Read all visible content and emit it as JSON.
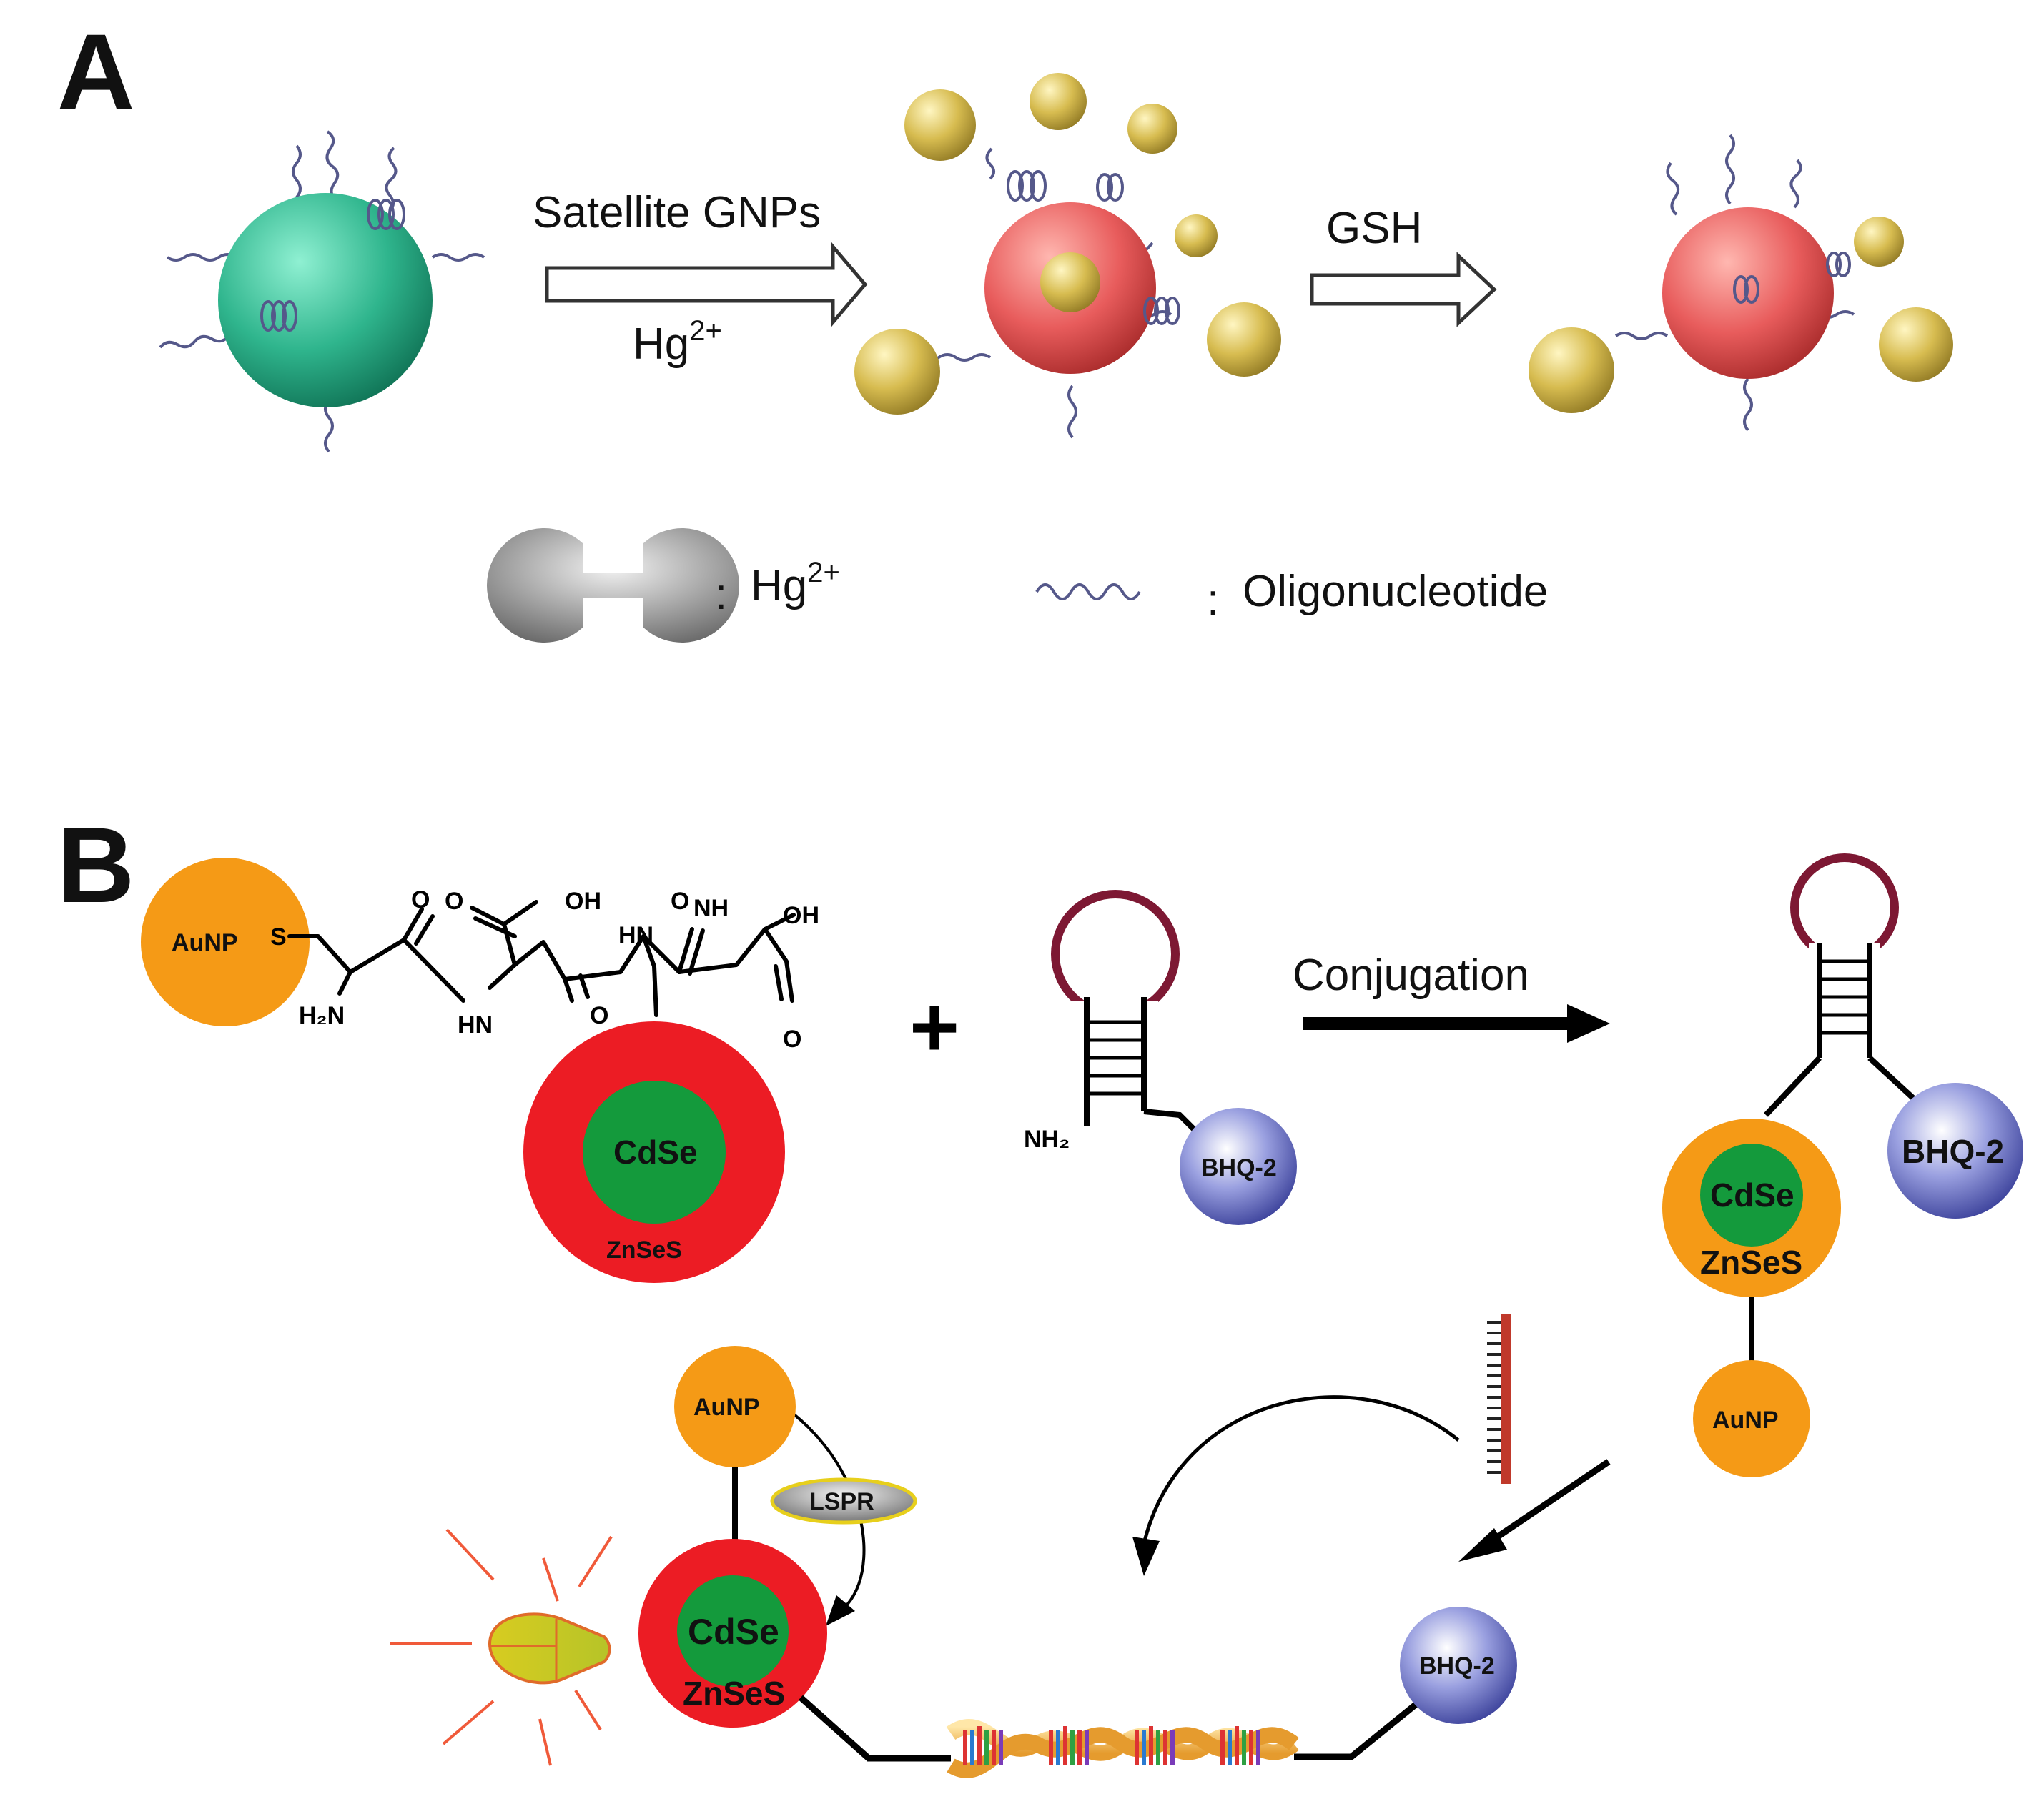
{
  "panel_a": {
    "letter": "A",
    "step1_above": "Satellite GNPs",
    "step1_below_base": "Hg",
    "step1_below_sup": "2+",
    "step2_above": "GSH",
    "legend": {
      "hg_label_base": "Hg",
      "hg_label_sup": "2+",
      "colon": ":",
      "oligo_label": "Oligonucleotide"
    }
  },
  "panel_b": {
    "letter": "B",
    "aunp": "AuNP",
    "s_link": "S",
    "s_qd": "S",
    "h2n": "H₂N",
    "oh1": "OH",
    "oh2": "OH",
    "o1": "O",
    "o2": "O",
    "o3": "O",
    "o4": "O",
    "hn1": "HN",
    "hn2": "HN",
    "nh": "NH",
    "qd_core": "CdSe",
    "qd_shell": "ZnSeS",
    "plus": "+",
    "nh2": "NH₂",
    "bhq": "BHQ-2",
    "conjugation": "Conjugation",
    "lspr": "LSPR"
  },
  "colors": {
    "teal": "#2fb58d",
    "pink": "#e85c5c",
    "gold": "#d7bc50",
    "orange": "#f59a16",
    "red": "#ec1c24",
    "green": "#149a3c",
    "blue": "#4c55b0",
    "maroon": "#7d1833",
    "oligo": "#55588a"
  }
}
